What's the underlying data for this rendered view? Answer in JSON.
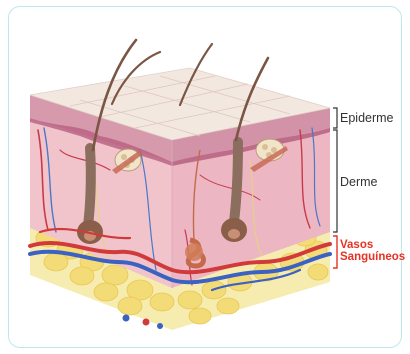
{
  "labels": {
    "epidermis": "Epiderme",
    "dermis": "Derme",
    "vessels_line1": "Vasos",
    "vessels_line2": "Sanguíneos"
  },
  "colors": {
    "frame_border": "#bfe6ef",
    "vessels_label": "#e63323",
    "bracket": "#333333",
    "bracket_vessels": "#e63323"
  }
}
